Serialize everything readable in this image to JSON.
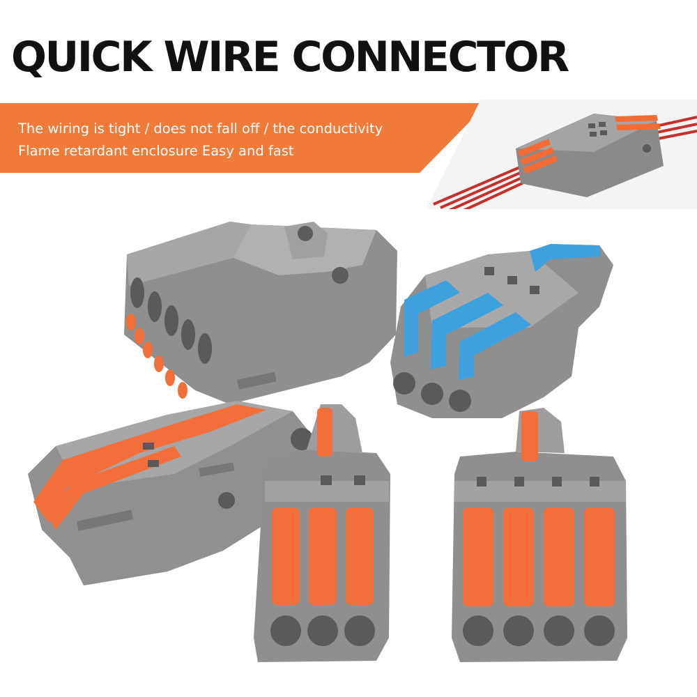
{
  "header": {
    "title": "QUICK WIRE CONNECTOR"
  },
  "banner": {
    "line1": "The wiring is tight / does not fall off / the conductivity",
    "line2": "Flame retardant enclosure Easy and fast"
  },
  "colors": {
    "banner": "#f07a3a",
    "housing": "#8e8e8e",
    "lever_orange": "#f0693a",
    "lever_blue": "#3ea0dc",
    "wire": "#c8302e"
  }
}
